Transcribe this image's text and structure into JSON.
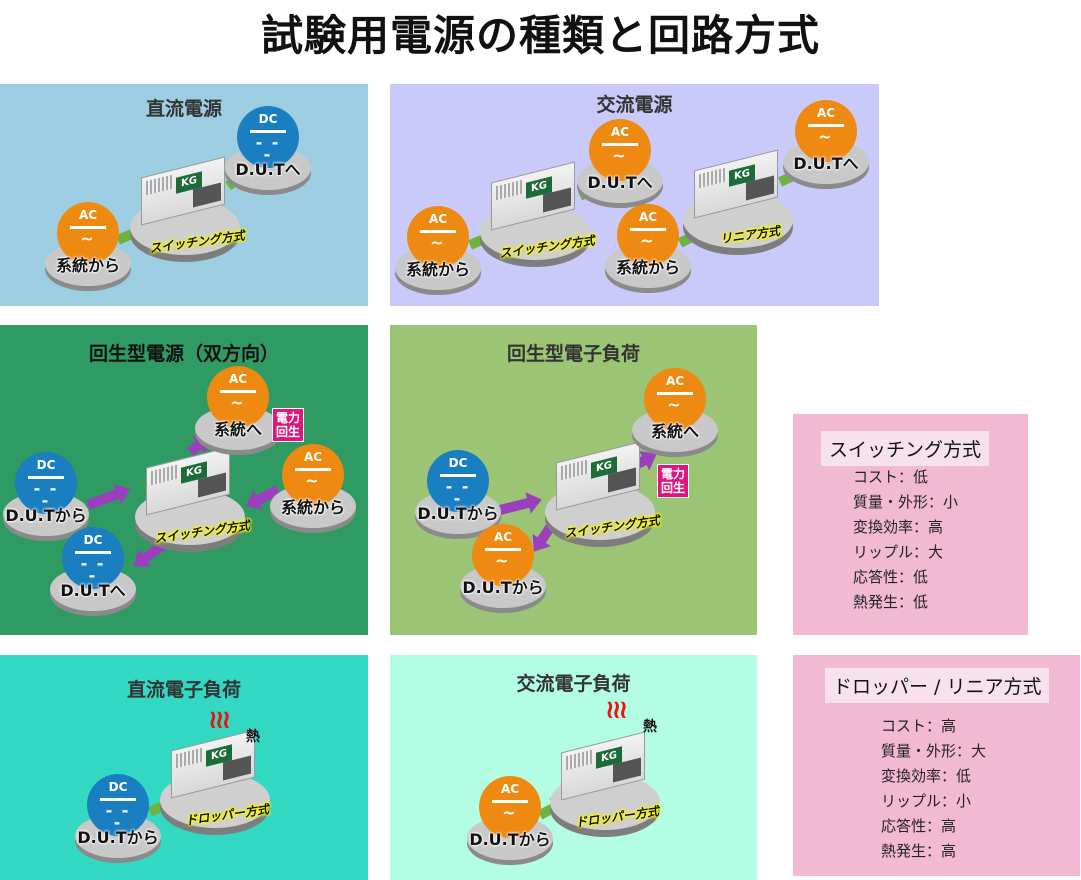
{
  "title": "試験用電源の種類と回路方式",
  "colors": {
    "ac": "#ee8a12",
    "dc": "#1a7fc0",
    "green_arrow": "#6db33f",
    "purple_arrow": "#9b3fbf",
    "badge": "#e0157e"
  },
  "panels": [
    {
      "title": "直流電源",
      "bg": "#9dcde0",
      "nodes": [
        {
          "type": "AC",
          "symbol": "AC",
          "caption": "系統から"
        },
        {
          "type": "DC",
          "symbol": "DC",
          "caption": "D.U.Tへ"
        }
      ],
      "devices": [
        {
          "label": "スイッチング方式"
        }
      ]
    },
    {
      "title": "交流電源",
      "bg": "#c9caf9",
      "nodes": [
        {
          "type": "AC",
          "symbol": "AC",
          "caption": "系統から"
        },
        {
          "type": "AC",
          "symbol": "AC",
          "caption": "D.U.Tへ"
        },
        {
          "type": "AC",
          "symbol": "AC",
          "caption": "系統から"
        },
        {
          "type": "AC",
          "symbol": "AC",
          "caption": "D.U.Tへ"
        }
      ],
      "devices": [
        {
          "label": "スイッチング方式"
        },
        {
          "label": "リニア方式"
        }
      ]
    },
    {
      "title": "回生型電源（双方向）",
      "bg": "#2f9a62",
      "nodes": [
        {
          "type": "DC",
          "symbol": "DC",
          "caption": "D.U.Tから"
        },
        {
          "type": "AC",
          "symbol": "AC",
          "caption": "系統へ"
        },
        {
          "type": "AC",
          "symbol": "AC",
          "caption": "系統から"
        },
        {
          "type": "DC",
          "symbol": "DC",
          "caption": "D.U.Tへ"
        }
      ],
      "devices": [
        {
          "label": "スイッチング方式"
        }
      ],
      "badge": "電力\n回生"
    },
    {
      "title": "回生型電子負荷",
      "bg": "#9bc474",
      "nodes": [
        {
          "type": "DC",
          "symbol": "DC",
          "caption": "D.U.Tから"
        },
        {
          "type": "AC",
          "symbol": "AC",
          "caption": "系統へ"
        },
        {
          "type": "AC",
          "symbol": "AC",
          "caption": "D.U.Tから"
        }
      ],
      "devices": [
        {
          "label": "スイッチング方式"
        }
      ],
      "badge": "電力\n回生"
    },
    {
      "title": "直流電子負荷",
      "bg": "#33d8c2",
      "nodes": [
        {
          "type": "DC",
          "symbol": "DC",
          "caption": "D.U.Tから"
        }
      ],
      "devices": [
        {
          "label": "ドロッパー方式"
        }
      ],
      "heat": "熱"
    },
    {
      "title": "交流電子負荷",
      "bg": "#b2fde3",
      "nodes": [
        {
          "type": "AC",
          "symbol": "AC",
          "caption": "D.U.Tから"
        }
      ],
      "devices": [
        {
          "label": "ドロッパー方式"
        }
      ],
      "heat": "熱"
    }
  ],
  "specs": [
    {
      "title": "スイッチング方式",
      "rows": [
        "コスト：低",
        "質量・外形：小",
        "変換効率：高",
        "リップル：大",
        "応答性：低",
        "熱発生：低"
      ]
    },
    {
      "title": "ドロッパー / リニア方式",
      "rows": [
        "コスト：高",
        "質量・外形：大",
        "変換効率：低",
        "リップル：小",
        "応答性：高",
        "熱発生：高"
      ]
    }
  ]
}
